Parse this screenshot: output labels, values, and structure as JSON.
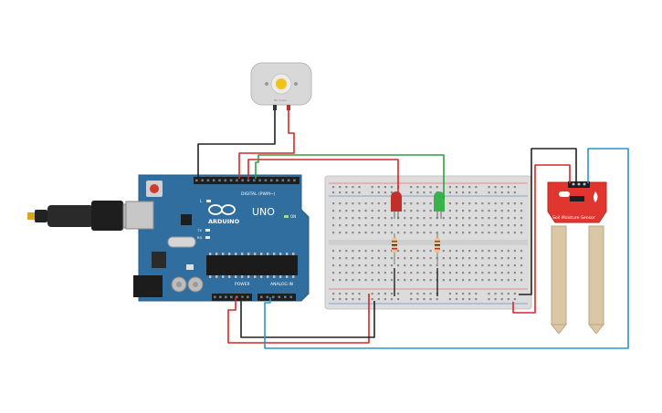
{
  "arduino": {
    "brand": "ARDUINO",
    "model": "UNO",
    "digital_label": "DIGITAL (PWM~)",
    "power_label": "POWER",
    "analog_label": "ANALOG IN",
    "on_label": "ON",
    "tx_label": "TX",
    "rx_label": "RX",
    "l_label": "L"
  },
  "sensor": {
    "label": "Soil Moisture Sensor"
  },
  "motor": {
    "label": "DC motor"
  },
  "colors": {
    "board_blue": "#2f6e9f",
    "breadboard": "#dcdcdc",
    "sensor_red": "#e0362f",
    "wire_red": "#d62728",
    "wire_black": "#222222",
    "wire_green": "#2ea043",
    "wire_blue": "#2b96c6",
    "led_red": "#c0302a",
    "led_green": "#38b24a"
  }
}
